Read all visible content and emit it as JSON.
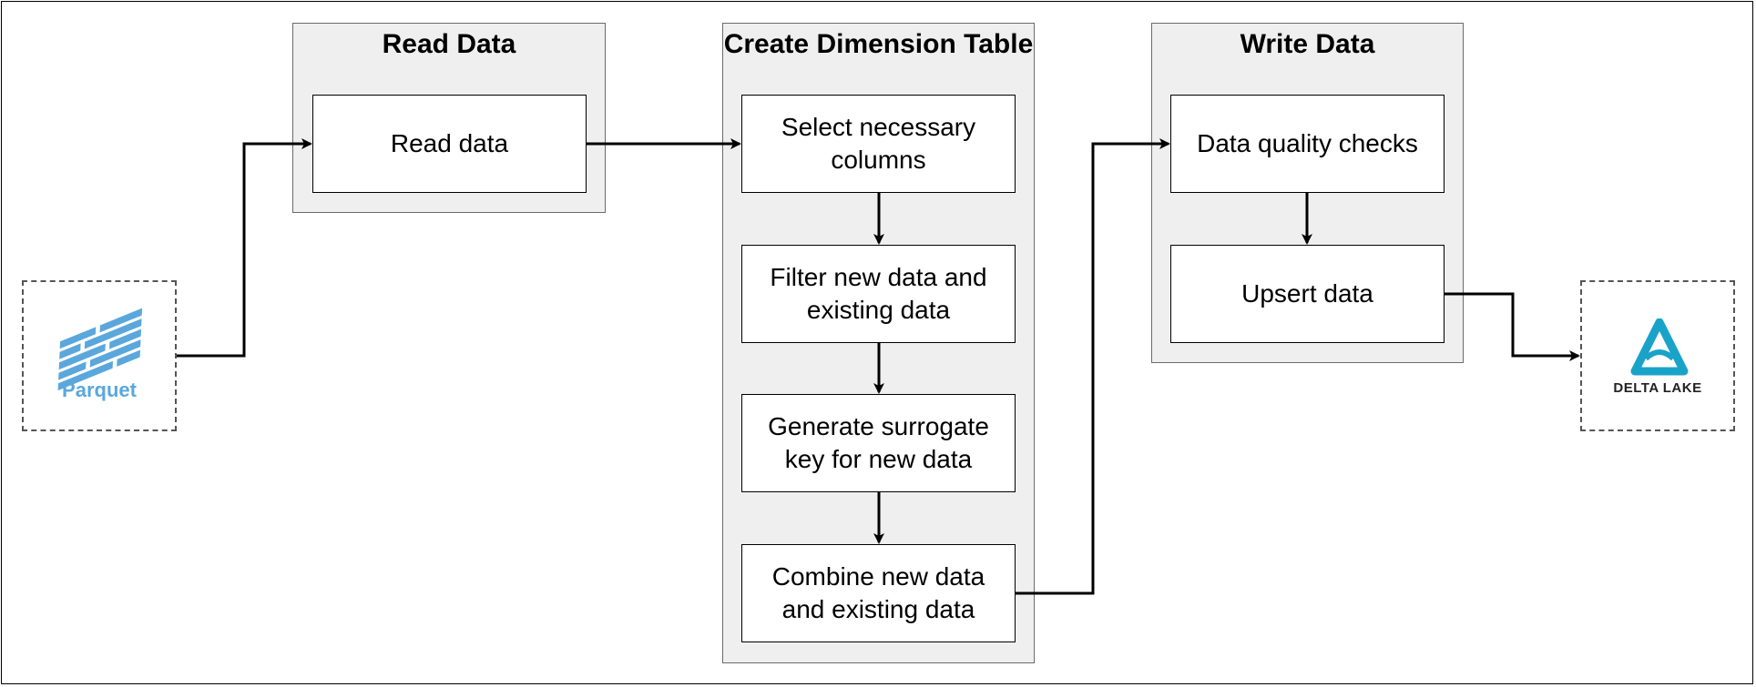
{
  "groups": {
    "read": {
      "title": "Read Data"
    },
    "transform": {
      "title": "Create Dimension Table"
    },
    "write": {
      "title": "Write Data"
    }
  },
  "nodes": {
    "read_data": "Read data",
    "select_columns": "Select necessary columns",
    "filter_data": "Filter new data and existing data",
    "surrogate_key": "Generate surrogate key for new data",
    "combine_data": "Combine new data and existing data",
    "quality_checks": "Data quality checks",
    "upsert_data": "Upsert data"
  },
  "sources": {
    "parquet": {
      "label": "Parquet",
      "icon": "parquet-logo-icon",
      "color": "#5aa7dc"
    }
  },
  "sinks": {
    "delta": {
      "label": "DELTA LAKE",
      "icon": "delta-lake-logo-icon",
      "color": "#1aa3c9"
    }
  },
  "edges": [
    [
      "parquet",
      "read_data"
    ],
    [
      "read_data",
      "select_columns"
    ],
    [
      "select_columns",
      "filter_data"
    ],
    [
      "filter_data",
      "surrogate_key"
    ],
    [
      "surrogate_key",
      "combine_data"
    ],
    [
      "combine_data",
      "quality_checks"
    ],
    [
      "quality_checks",
      "upsert_data"
    ],
    [
      "upsert_data",
      "delta"
    ]
  ]
}
